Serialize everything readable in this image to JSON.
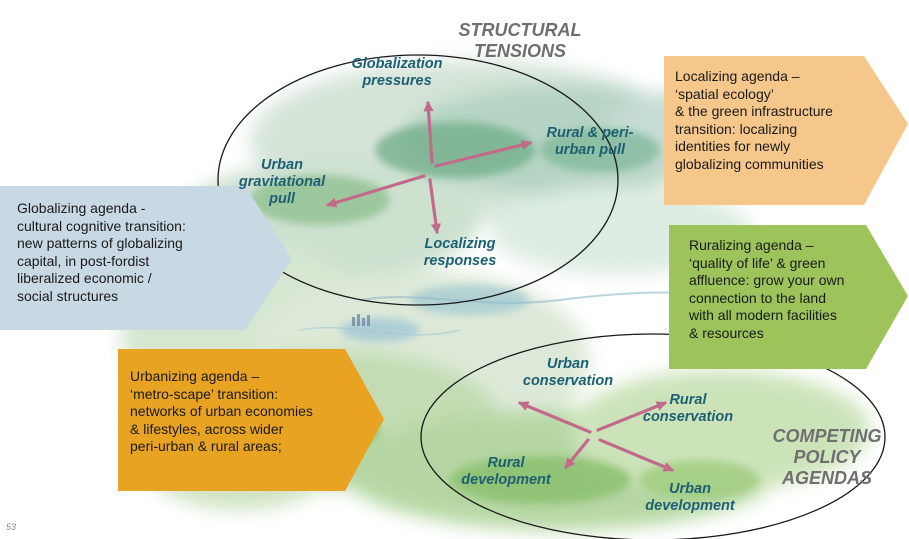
{
  "diagram": {
    "structural_title": "STRUCTURAL\nTENSIONS",
    "competing_title": "COMPETING\nPOLICY\nAGENDAS",
    "tension_labels": {
      "globalization_pressures": "Globalization\npressures",
      "rural_peri_urban_pull": "Rural & peri-\nurban pull",
      "urban_gravitational_pull": "Urban\ngravitational\npull",
      "localizing_responses": "Localizing\nresponses"
    },
    "policy_labels": {
      "urban_conservation": "Urban\nconservation",
      "rural_conservation": "Rural\nconservation",
      "rural_development": "Rural\ndevelopment",
      "urban_development": "Urban\ndevelopment"
    },
    "agendas": {
      "localizing": "Localizing agenda –\n‘spatial ecology’\n& the green infrastructure\ntransition: localizing\nidentities for newly\nglobalizing communities",
      "globalizing": "Globalizing agenda -\ncultural cognitive transition:\nnew patterns of globalizing\ncapital, in post-fordist\nliberalized economic /\nsocial structures",
      "ruralizing": "Ruralizing agenda –\n‘quality of life’ & green\naffluence: grow your own\nconnection to the land\nwith all modern facilities\n& resources",
      "urbanizing": "Urbanizing agenda –\n‘metro-scape’ transition:\nnetworks of urban economies\n& lifestyles, across wider\nperi-urban & rural areas;"
    },
    "colors": {
      "localizing": "#f5c78a",
      "globalizing": "#c9d9e4",
      "ruralizing": "#9cc45a",
      "urbanizing": "#e8a322",
      "label_text": "#1d5f73",
      "title_text": "#6f6f6f",
      "arrow": "#c26a8c"
    },
    "page_number": "53"
  }
}
